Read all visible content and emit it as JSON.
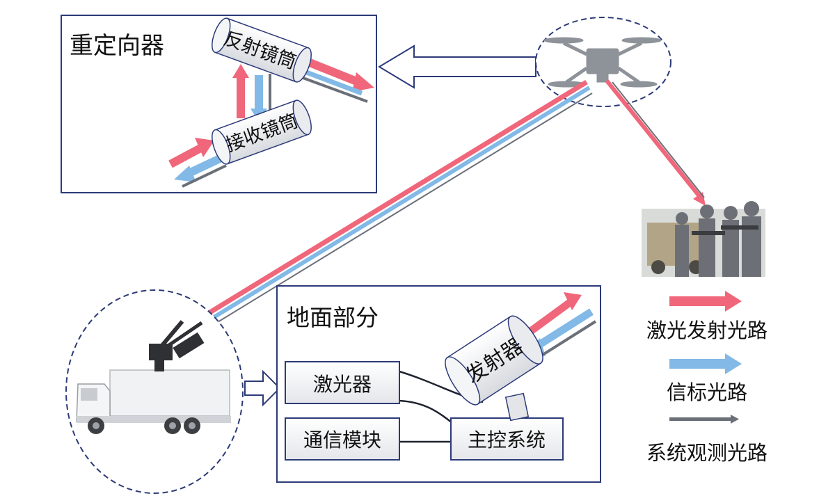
{
  "redirector": {
    "title": "重定向器",
    "reflector_label": "反射镜筒",
    "receiver_label": "接收镜筒"
  },
  "ground": {
    "title": "地面部分",
    "laser_label": "激光器",
    "comm_label": "通信模块",
    "control_label": "主控系统",
    "emitter_label": "发射器"
  },
  "legend": {
    "laser_path": "激光发射光路",
    "beacon_path": "信标光路",
    "observe_path": "系统观测光路"
  },
  "colors": {
    "laser": "#f0667a",
    "beacon": "#82b9e6",
    "observe": "#6b6f78",
    "box_border": "#2c3a78"
  }
}
